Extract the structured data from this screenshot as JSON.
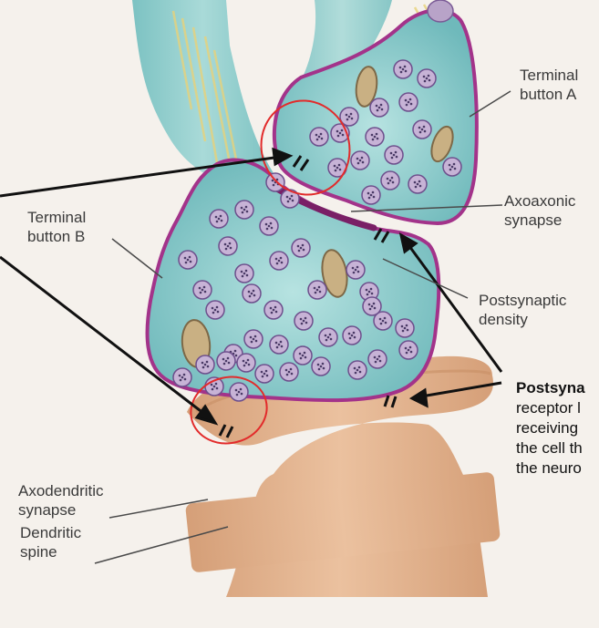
{
  "labels": {
    "terminal_button_a": [
      "Terminal",
      "button A"
    ],
    "axoaxonic_synapse": [
      "Axoaxonic",
      "synapse"
    ],
    "terminal_button_b": [
      "Terminal",
      "button B"
    ],
    "postsynaptic_density": [
      "Postsynaptic",
      "density"
    ],
    "axodendritic_synapse": [
      "Axodendritic",
      "synapse"
    ],
    "dendritic_spine": [
      "Dendritic",
      "spine"
    ]
  },
  "annotation": {
    "title": "Postsyna",
    "lines": [
      "receptor l",
      "receiving",
      "the cell th",
      "the neuro"
    ]
  },
  "colors": {
    "background": "#f5f1ec",
    "cytoplasm": "#8fcfcf",
    "membrane": "#a3338a",
    "spine": "#e4b48f",
    "vesicle": "#b8a3c8",
    "mitochondrion": "#c9b083",
    "annotation_circle": "#e22b2b",
    "arrow": "#111111"
  }
}
